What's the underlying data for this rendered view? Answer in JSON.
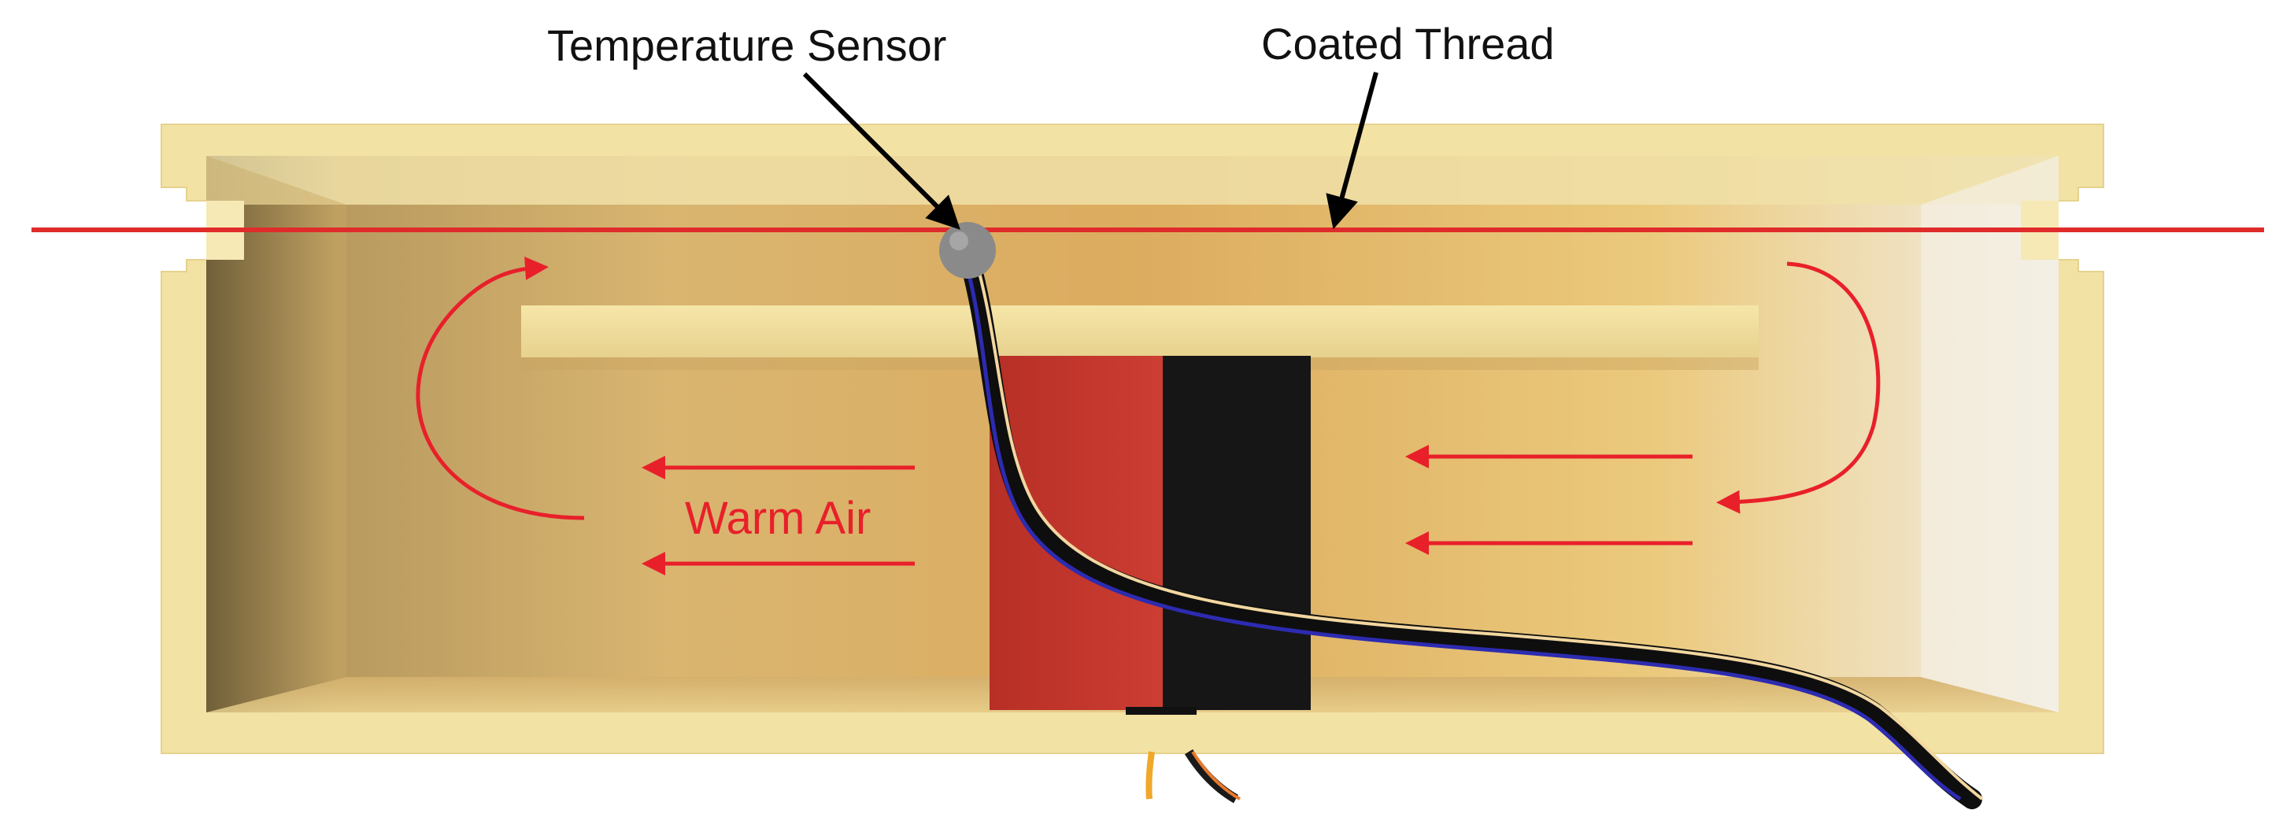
{
  "labels": {
    "temperature_sensor": "Temperature Sensor",
    "coated_thread": "Coated Thread",
    "warm_air": "Warm Air"
  },
  "colors": {
    "enclosure": "#f3e2a5",
    "enclosure_inner": "#d8b06a",
    "thread": "#e02b2b",
    "arrow_air": "#e8202a",
    "heater_red": "#c6372e",
    "heater_black": "#161616",
    "sensor": "#8a8a8a",
    "text": "#111111"
  },
  "icons": {
    "sensor": "temperature-sensor-icon",
    "heater": "heater-block-icon",
    "cable": "cable-icon",
    "airflow": "arrow-icon"
  }
}
